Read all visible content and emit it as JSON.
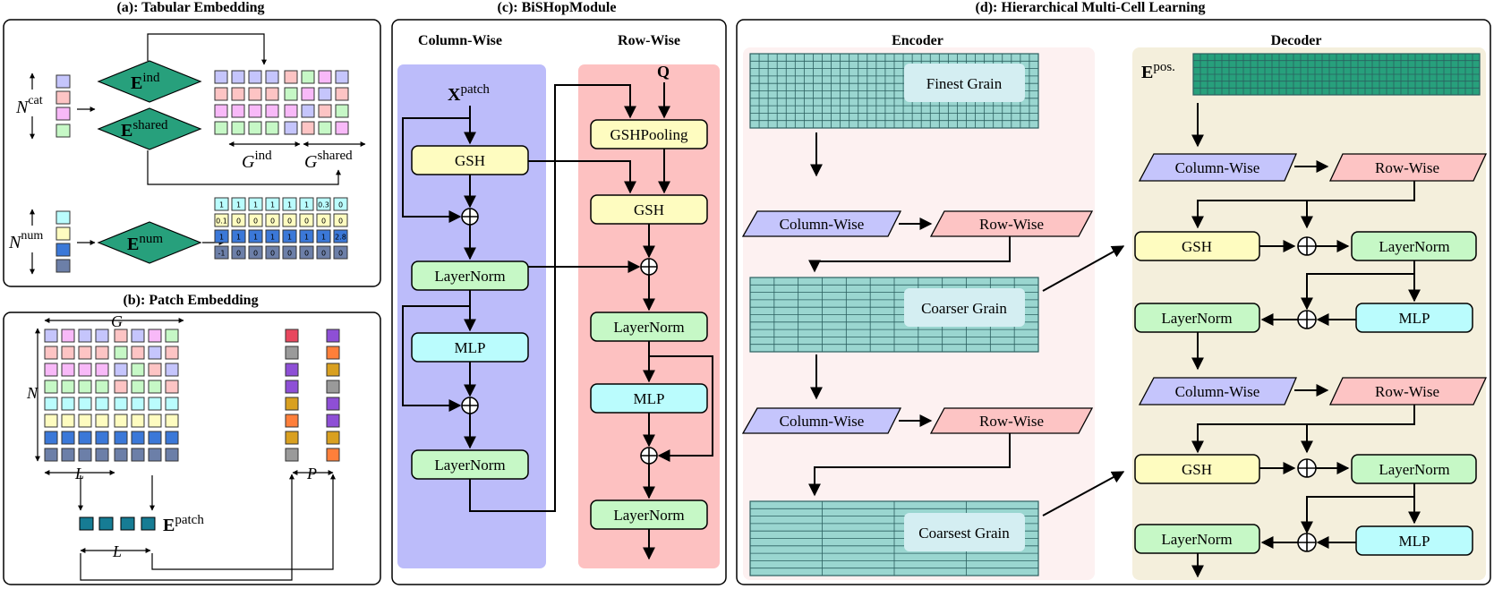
{
  "panels": {
    "a": {
      "title": "(a): Tabular Embedding",
      "n_cat": "N",
      "n_cat_sup": "cat",
      "e_ind": "E",
      "e_ind_sup": "ind",
      "e_shared": "E",
      "e_shared_sup": "shared",
      "g_ind": "G",
      "g_ind_sup": "ind",
      "g_shared": "G",
      "g_shared_sup": "shared",
      "n_num": "N",
      "n_num_sup": "num",
      "e_num": "E",
      "e_num_sup": "num",
      "num_rows": [
        [
          "1",
          "1",
          "1",
          "1",
          "1",
          "1",
          "0.3",
          "0"
        ],
        [
          "0.1",
          "0",
          "0",
          "0",
          "0",
          "0",
          "0",
          "0"
        ],
        [
          "1",
          "1",
          "1",
          "1",
          "1",
          "1",
          "1",
          "2.8"
        ],
        [
          "-1",
          "0",
          "0",
          "0",
          "0",
          "0",
          "0",
          "0"
        ]
      ]
    },
    "b": {
      "title": "(b): Patch Embedding",
      "g": "G",
      "n": "N",
      "l1": "L",
      "l2": "L",
      "p": "P",
      "e_patch": "E",
      "e_patch_sup": "patch"
    },
    "c": {
      "title": "(c): BiSHopModule",
      "col_header": "Column-Wise",
      "row_header": "Row-Wise",
      "x_patch": "X",
      "x_patch_sup": "patch",
      "q": "Q",
      "col_boxes": [
        "GSH",
        "LayerNorm",
        "MLP",
        "LayerNorm"
      ],
      "row_boxes": [
        "GSHPooling",
        "GSH",
        "LayerNorm",
        "MLP",
        "LayerNorm"
      ],
      "plus": "⊕"
    },
    "d": {
      "title": "(d): Hierarchical Multi-Cell Learning",
      "encoder": "Encoder",
      "decoder": "Decoder",
      "finest": "Finest Grain",
      "coarser": "Coarser Grain",
      "coarsest": "Coarsest Grain",
      "col_wise": "Column-Wise",
      "row_wise": "Row-Wise",
      "e_pos": "E",
      "e_pos_sup": "pos.",
      "gsh": "GSH",
      "layernorm": "LayerNorm",
      "mlp": "MLP"
    }
  },
  "colors": {
    "teal_dark": "#27a07c",
    "col_bg": "#bcbcfa",
    "row_bg": "#fdc1c1",
    "enc_bg": "#fdf1f1",
    "dec_bg": "#f4efdc",
    "yellow": "#fefcc0",
    "green": "#c6f8c6",
    "cyan": "#bafcfd",
    "lavender": "#c5c5fc",
    "pink": "#fdc4c4",
    "grid_teal": "#9ad6d0",
    "grain_label": "#d4eef2"
  }
}
